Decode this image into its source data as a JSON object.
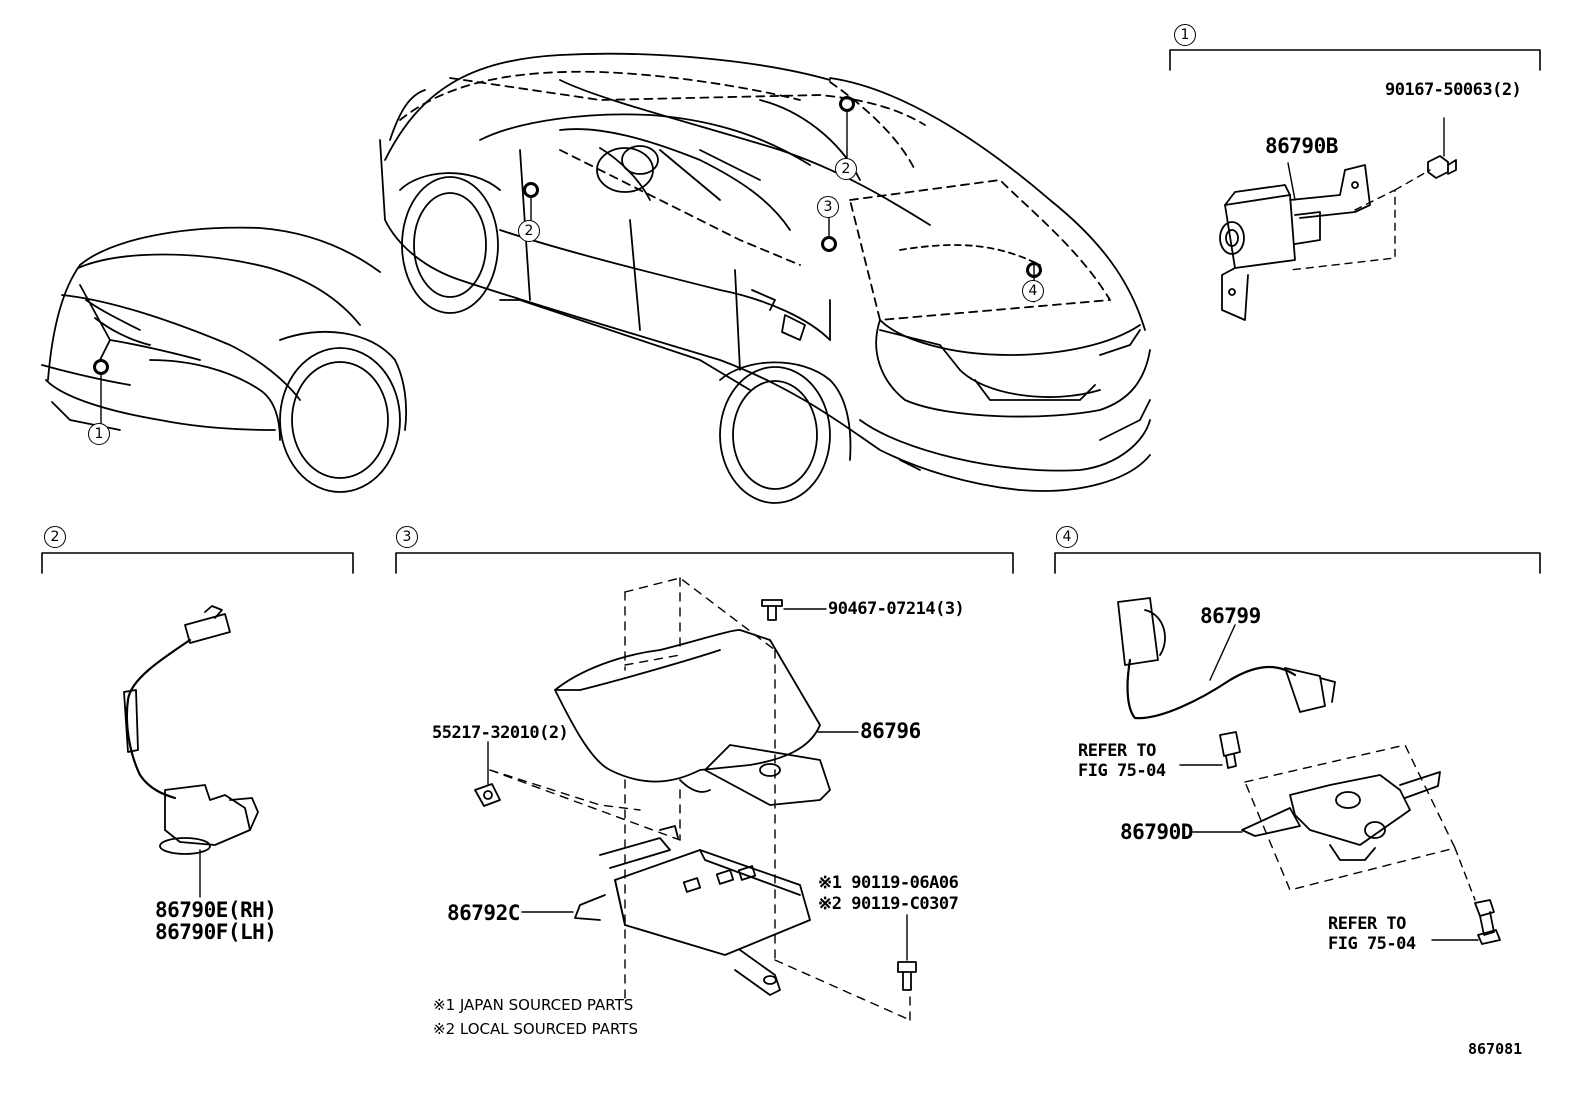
{
  "callouts": {
    "c1": "1",
    "c2": "2",
    "c3": "3",
    "c4": "4"
  },
  "sections": {
    "s1": {
      "number": "1",
      "parts": {
        "camera": "86790B",
        "bolt": "90167-50063(2)"
      }
    },
    "s2": {
      "number": "2",
      "parts": {
        "rh": "86790E(RH)",
        "lh": "86790F(LH)"
      }
    },
    "s3": {
      "number": "3",
      "parts": {
        "bolt_top": "90467-07214(3)",
        "cover": "86796",
        "nut": "55217-32010(2)",
        "ecu": "86792C",
        "bolt_jp": "90119-06A06",
        "bolt_local": "90119-C0307"
      },
      "marks": {
        "m1": "※1",
        "m2": "※2"
      },
      "notes": [
        "※1 JAPAN SOURCED PARTS",
        "※2 LOCAL SOURCED PARTS"
      ]
    },
    "s4": {
      "number": "4",
      "parts": {
        "harness": "86799",
        "camera": "86790D"
      },
      "refer1": [
        "REFER TO",
        "FIG 75-04"
      ],
      "refer2": [
        "REFER TO",
        "FIG 75-04"
      ]
    }
  },
  "figure_number": "867081"
}
